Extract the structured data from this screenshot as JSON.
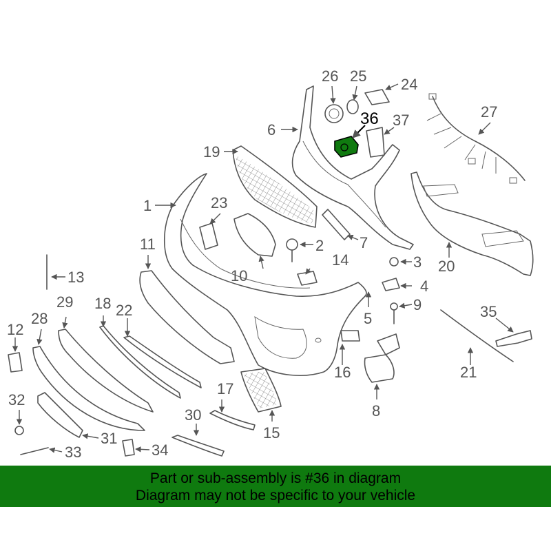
{
  "highlight_color": "#0f7a0f",
  "highlight_part": "36",
  "banner": {
    "line1": "Part or sub-assembly is #36 in diagram",
    "line2": "Diagram may not be specific to your vehicle"
  },
  "callouts": {
    "c1": "1",
    "c2": "2",
    "c3": "3",
    "c4": "4",
    "c5": "5",
    "c6": "6",
    "c7": "7",
    "c8": "8",
    "c9": "9",
    "c10": "10",
    "c11": "11",
    "c12": "12",
    "c13": "13",
    "c14": "14",
    "c15": "15",
    "c16": "16",
    "c17": "17",
    "c18": "18",
    "c19": "19",
    "c20": "20",
    "c21": "21",
    "c22": "22",
    "c23": "23",
    "c24": "24",
    "c25": "25",
    "c26": "26",
    "c27": "27",
    "c28": "28",
    "c29": "29",
    "c30": "30",
    "c31": "31",
    "c32": "32",
    "c33": "33",
    "c34": "34",
    "c35": "35",
    "c36": "36",
    "c37": "37"
  }
}
